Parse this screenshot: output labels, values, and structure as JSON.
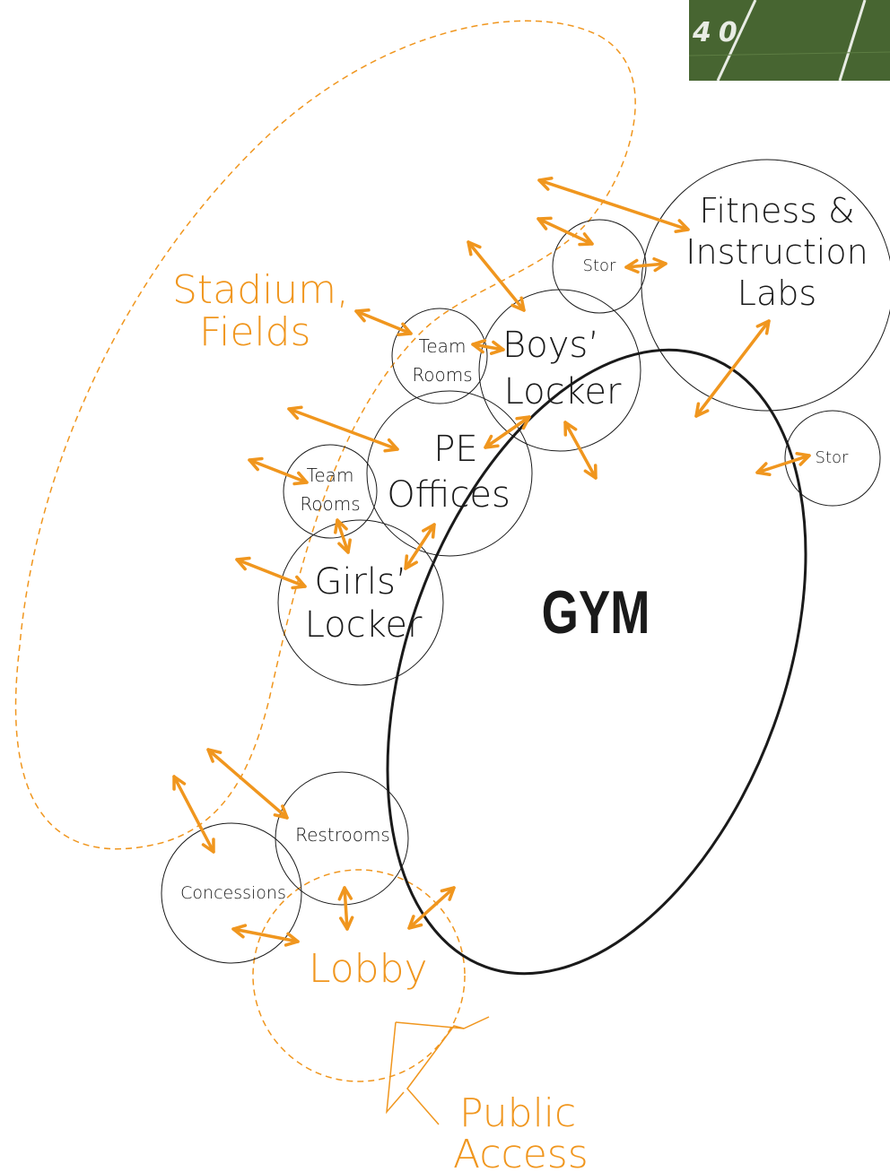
{
  "colors": {
    "accent": "#f0961e",
    "ink": "#1a1a1a",
    "field_green": "#4c6b35"
  },
  "photo": {
    "icon": "football-field-yard-marker",
    "yard_number": "40"
  },
  "zones": {
    "stadium_line1": "Stadium,",
    "stadium_line2": "Fields",
    "lobby": "Lobby",
    "access_line1": "Public",
    "access_line2": "Access"
  },
  "spaces": {
    "fitness_line1": "Fitness &",
    "fitness_line2": "Instruction",
    "fitness_line3": "Labs",
    "stor_top": "Stor",
    "stor_right": "Stor",
    "team_rooms_top_line1": "Team",
    "team_rooms_top_line2": "Rooms",
    "boys_line1": "Boys’",
    "boys_line2": "Locker",
    "pe_line1": "PE",
    "pe_line2": "Offices",
    "team_rooms_left_line1": "Team",
    "team_rooms_left_line2": "Rooms",
    "girls_line1": "Girls’",
    "girls_line2": "Locker",
    "gym": "GYM",
    "restrooms": "Restrooms",
    "concessions": "Concessions"
  }
}
